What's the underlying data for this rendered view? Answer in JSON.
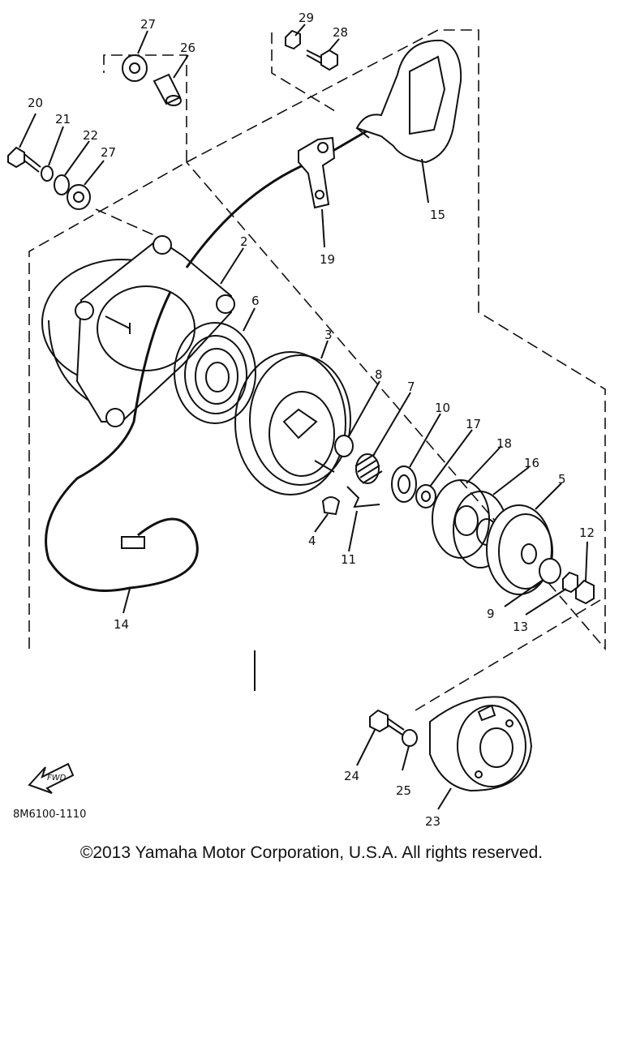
{
  "diagram": {
    "drawing_code": "8M6100-1110",
    "fwd_label": "FWD",
    "callouts": {
      "c2": "2",
      "c3": "3",
      "c4": "4",
      "c5": "5",
      "c6": "6",
      "c7": "7",
      "c8": "8",
      "c9": "9",
      "c10": "10",
      "c11": "11",
      "c12": "12",
      "c13": "13",
      "c14": "14",
      "c15": "15",
      "c16": "16",
      "c17": "17",
      "c18": "18",
      "c19": "19",
      "c20": "20",
      "c21": "21",
      "c22": "22",
      "c23": "23",
      "c24": "24",
      "c25": "25",
      "c26": "26",
      "c27a": "27",
      "c27b": "27",
      "c28": "28",
      "c29": "29"
    }
  },
  "footer": {
    "copyright": "©2013 Yamaha Motor Corporation, U.S.A. All rights reserved."
  }
}
